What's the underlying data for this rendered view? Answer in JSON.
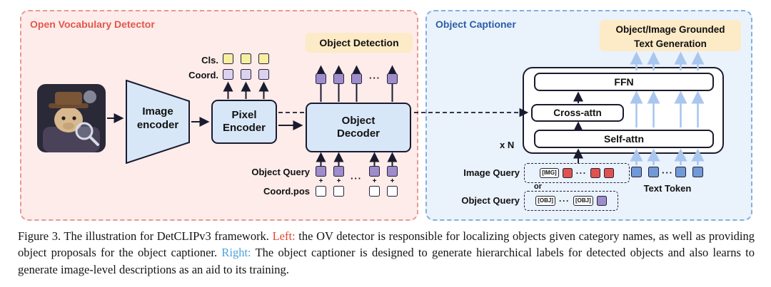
{
  "detector": {
    "title": "Open Vocabulary Detector",
    "cls_label": "Cls.",
    "coord_label": "Coord.",
    "image_encoder": "Image encoder",
    "pixel_encoder": "Pixel Encoder",
    "object_decoder": "Object Decoder",
    "object_detection_label": "Object Detection",
    "object_query_label": "Object Query",
    "coord_pos_label": "Coord.pos",
    "plus": "+",
    "dots": "···"
  },
  "captioner": {
    "title": "Object Captioner",
    "output_line1": "Object/Image Grounded",
    "output_line2": "Text Generation",
    "ffn": "FFN",
    "cross_attn": "Cross-attn",
    "self_attn": "Self-attn",
    "xn": "x N",
    "image_query_label": "Image Query",
    "object_query_label": "Object Query",
    "or_label": "or",
    "img_token": "[IMG]",
    "obj_token": "[OBJ]",
    "text_token_label": "Text Token",
    "dots": "···"
  },
  "caption": {
    "part1": "Figure 3.  The illustration for DetCLIPv3 framework. ",
    "left_label": "Left:",
    "part2": " the OV detector is responsible for localizing objects given category names, as well as providing object proposals for the object captioner. ",
    "right_label": "Right:",
    "part3": " The object captioner is designed to generate hierarchical labels for detected objects and also learns to generate image-level descriptions as an aid to its training."
  },
  "colors": {
    "detector_bg": "#fdecea",
    "detector_border": "#e59a93",
    "detector_title": "#e2574c",
    "captioner_bg": "#eaf2fc",
    "captioner_border": "#85aede",
    "captioner_title": "#2c5da8",
    "peach_box": "#fdeac7",
    "blue_box": "#d8e7f8",
    "yellow_square": "#f9eda2",
    "lavender_square": "#dcd2f0",
    "purple_square": "#9f8ccb",
    "red_square": "#e0524d",
    "blue_square": "#7099d8",
    "blue_arrow": "#a9c6ee",
    "caption_left": "#e7442d",
    "caption_right": "#4aa3d8"
  }
}
